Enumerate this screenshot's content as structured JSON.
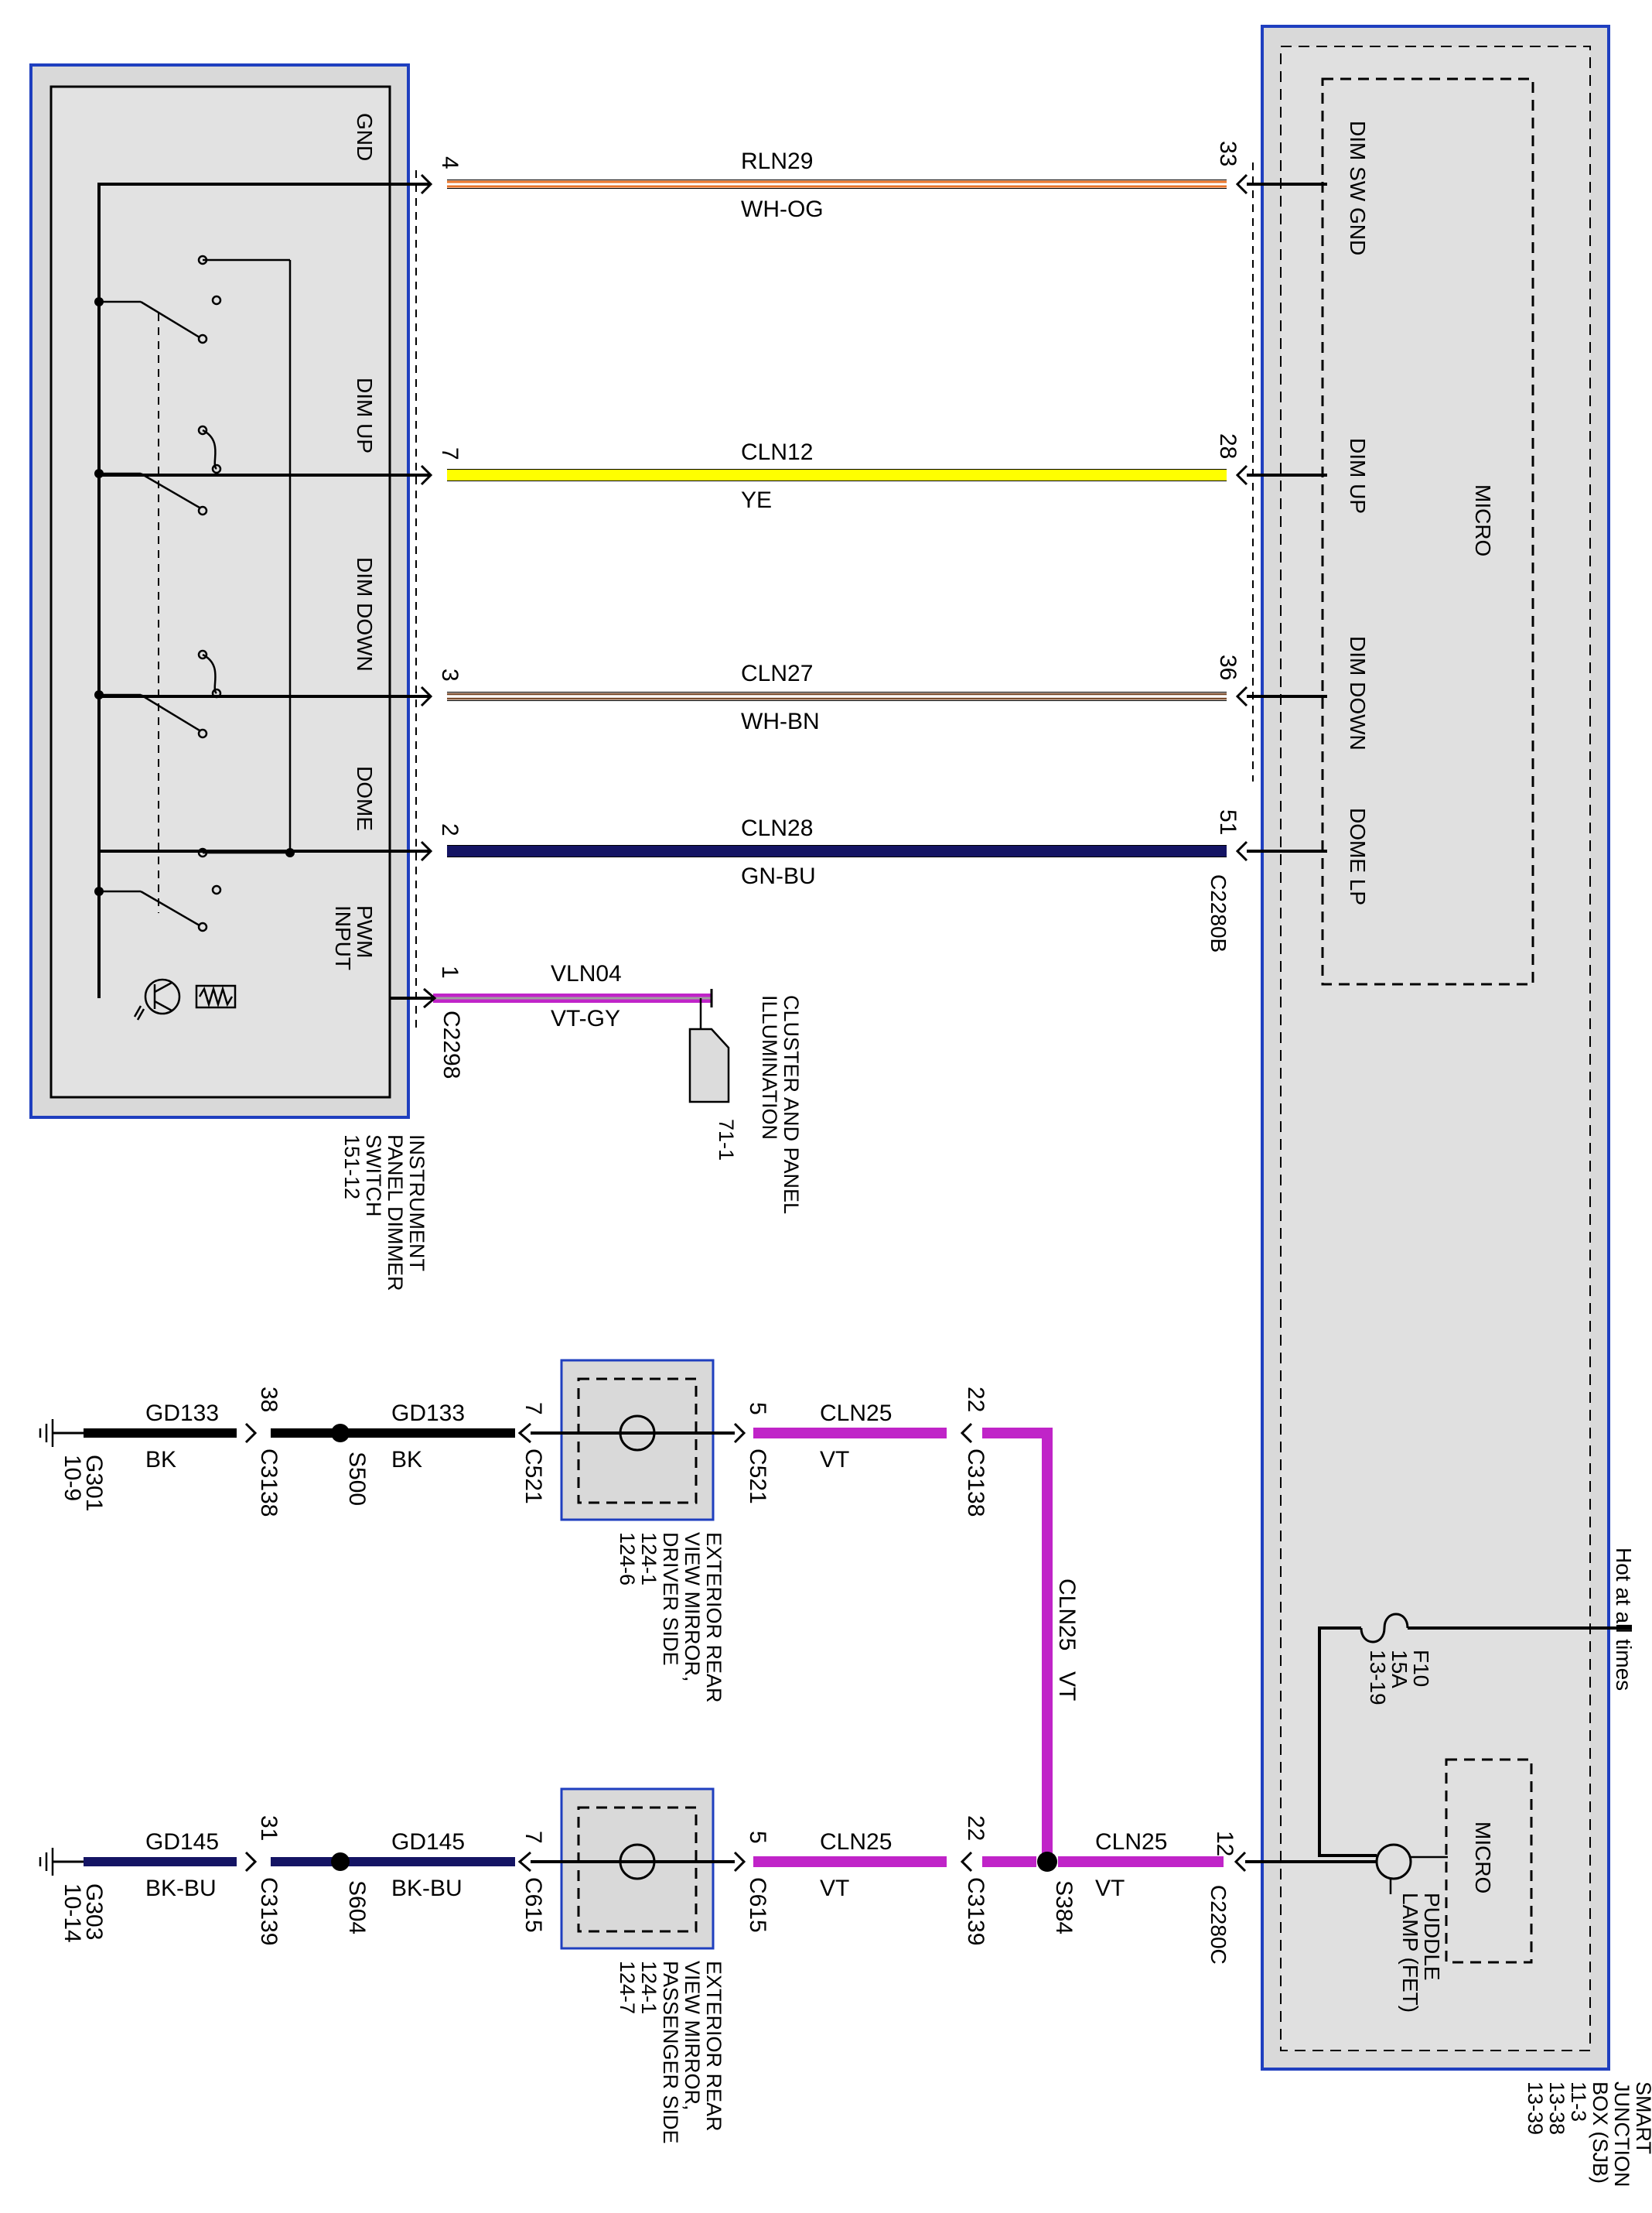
{
  "switch_module": {
    "name_lines": [
      "INSTRUMENT",
      "PANEL DIMMER",
      "SWITCH",
      "151-12"
    ],
    "pins": {
      "gnd": "GND",
      "dim_up": "DIM UP",
      "dim_down": "DIM DOWN",
      "dome": "DOME",
      "pwm": [
        "PWM",
        "INPUT"
      ]
    },
    "connector": "C2298"
  },
  "sjb": {
    "name_lines": [
      "SMART",
      "JUNCTION",
      "BOX (SJB)",
      "11-3",
      "13-38",
      "13-39"
    ],
    "micro_label": "MICRO",
    "micro2_label": "MICRO",
    "pins": {
      "dim_sw_gnd": "DIM SW GND",
      "dim_up": "DIM UP",
      "dim_down": "DIM DOWN",
      "dome_lp": "DOME LP",
      "puddle": [
        "PUDDLE",
        "LAMP (FET)"
      ]
    },
    "connector_b": "C2280B",
    "connector_c": "C2280C",
    "hot_label": "Hot at all times",
    "fuse": [
      "F10",
      "15A",
      "13-19"
    ]
  },
  "wires": [
    {
      "circuit": "RLN29",
      "color": "WH-OG",
      "pin_left": "4",
      "pin_right": "33"
    },
    {
      "circuit": "CLN12",
      "color": "YE",
      "pin_left": "7",
      "pin_right": "28"
    },
    {
      "circuit": "CLN27",
      "color": "WH-BN",
      "pin_left": "3",
      "pin_right": "36"
    },
    {
      "circuit": "CLN28",
      "color": "GN-BU",
      "pin_left": "2",
      "pin_right": "51"
    }
  ],
  "pwm_wire": {
    "circuit": "VLN04",
    "color": "VT-GY",
    "pin": "1",
    "dest_lines": [
      "CLUSTER AND PANEL",
      "ILLUMINATION"
    ],
    "dest_ref": "71-1"
  },
  "driver_row": {
    "ground": "G301",
    "ground_ref": "10-9",
    "w1_circuit": "GD133",
    "w1_color": "BK",
    "c1_pin": "38",
    "c1": "C3138",
    "splice": "S500",
    "w2_circuit": "GD133",
    "w2_color": "BK",
    "c2_pin": "7",
    "c2": "C521",
    "c3_pin": "5",
    "c3": "C521",
    "w3_circuit": "CLN25",
    "w3_color": "VT",
    "c4_pin": "22",
    "c4": "C3138",
    "mirror_lines": [
      "EXTERIOR REAR",
      "VIEW MIRROR,",
      "DRIVER SIDE",
      "124-1",
      "124-6"
    ]
  },
  "passenger_row": {
    "ground": "G303",
    "ground_ref": "10-14",
    "w1_circuit": "GD145",
    "w1_color": "BK-BU",
    "c1_pin": "31",
    "c1": "C3139",
    "splice": "S604",
    "w2_circuit": "GD145",
    "w2_color": "BK-BU",
    "c2_pin": "7",
    "c2": "C615",
    "c3_pin": "5",
    "c3": "C615",
    "w3_circuit": "CLN25",
    "w3_color": "VT",
    "c4_pin": "22",
    "c4": "C3139",
    "splice2": "S384",
    "w4_circuit": "CLN25",
    "w4_color": "VT",
    "c5_pin": "12",
    "mirror_lines": [
      "EXTERIOR REAR",
      "VIEW MIRROR,",
      "PASSENGER SIDE",
      "124-1",
      "124-7"
    ]
  },
  "riser": {
    "circuit": "CLN25",
    "color": "VT"
  },
  "wire_colors": {
    "orange": "#e8742a",
    "yellow": "#ffff00",
    "brown": "#7a4a2a",
    "navy": "#141464",
    "violet": "#c024c8",
    "gray": "#a0a0a0"
  }
}
